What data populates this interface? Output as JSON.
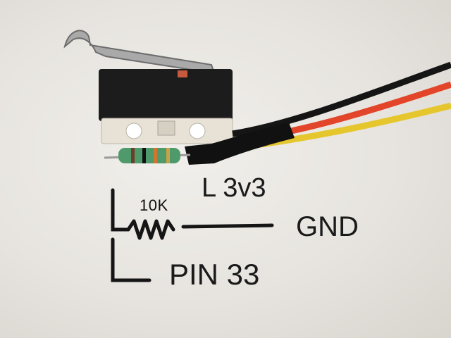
{
  "photo": {
    "subject": "microswitch with resistor and wires",
    "printed_label": "10K",
    "handwritten": {
      "line1": "L 3v3",
      "line2": "GND",
      "line3": "PIN 33"
    },
    "colors": {
      "paper": "#ebe8e3",
      "switch_body": "#1c1c1c",
      "switch_base": "#e8e2d6",
      "wire_black": "#151515",
      "wire_red": "#e2452a",
      "wire_yellow": "#e6c62d",
      "heatshrink": "#111111",
      "resistor": "#4f9a6a"
    }
  }
}
